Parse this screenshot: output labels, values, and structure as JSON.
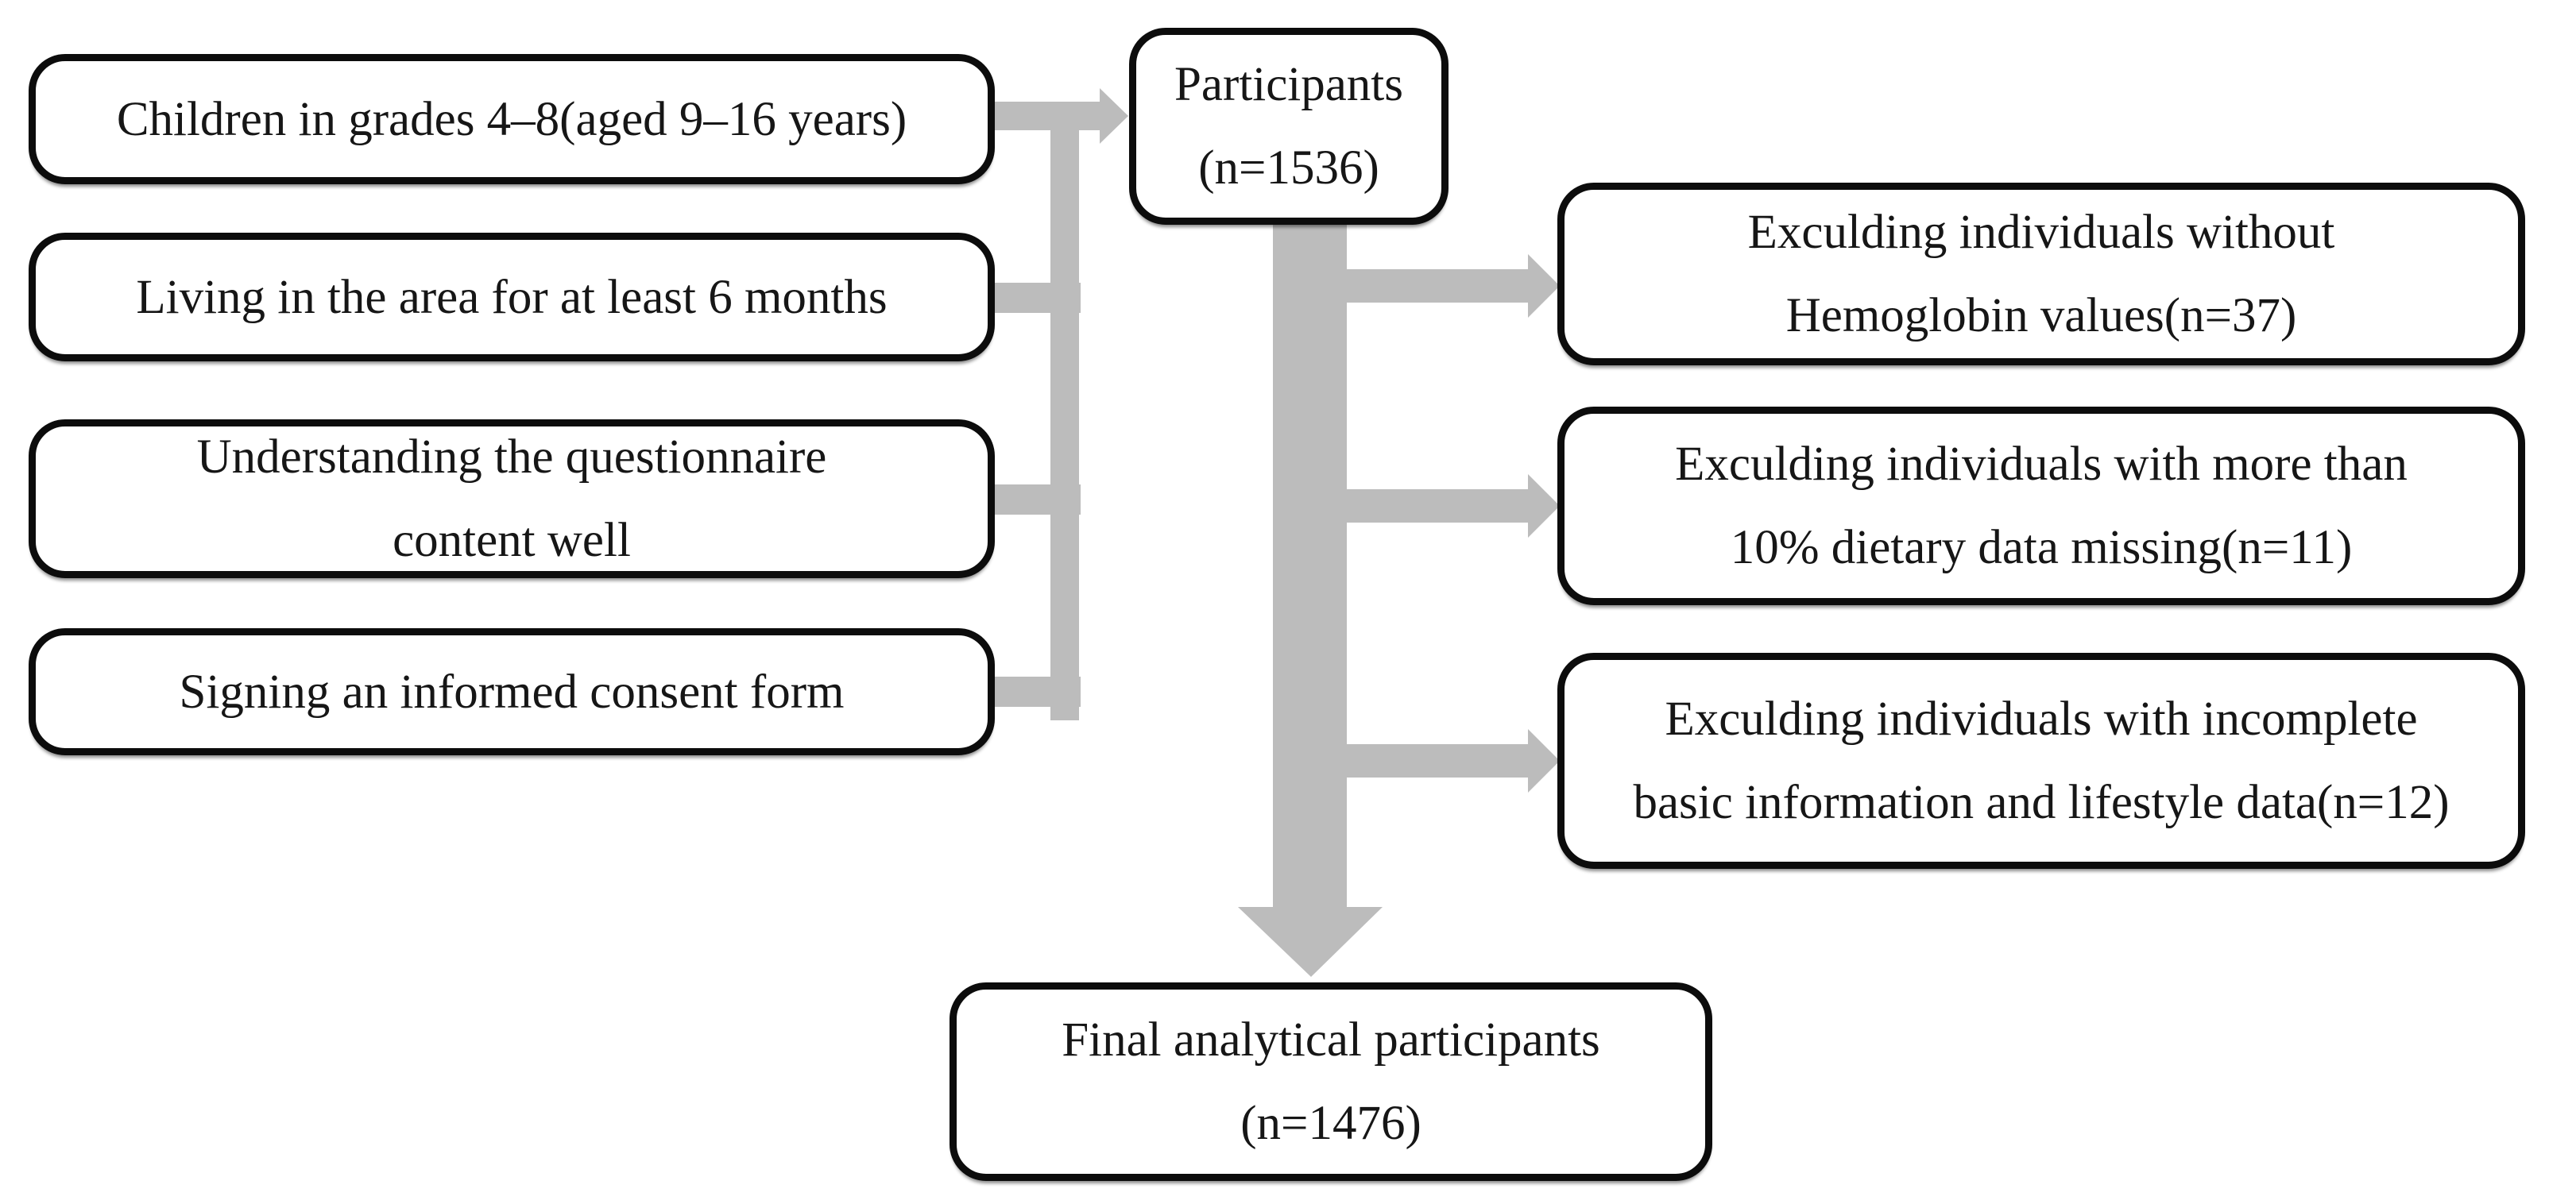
{
  "colors": {
    "arrow": "#bcbcbc",
    "box_border": "#0c0c0c",
    "text": "#161616",
    "background": "#ffffff"
  },
  "boxes": {
    "inclusion": [
      {
        "lines": [
          "Children in grades 4–8(aged 9–16 years)"
        ]
      },
      {
        "lines": [
          "Living in the area for at least 6 months"
        ]
      },
      {
        "lines": [
          "Understanding the questionnaire",
          "content well"
        ]
      },
      {
        "lines": [
          "Signing an informed consent form"
        ]
      }
    ],
    "participants": {
      "lines": [
        "Participants",
        "(n=1536)"
      ]
    },
    "exclusions": [
      {
        "lines": [
          "Exculding individuals without",
          "Hemoglobin values(n=37)"
        ]
      },
      {
        "lines": [
          "Exculding individuals with more than",
          "10% dietary data missing(n=11)"
        ]
      },
      {
        "lines": [
          "Exculding individuals with incomplete",
          "basic information and lifestyle data(n=12)"
        ]
      }
    ],
    "final": {
      "lines": [
        "Final analytical participants",
        "(n=1476)"
      ]
    }
  }
}
